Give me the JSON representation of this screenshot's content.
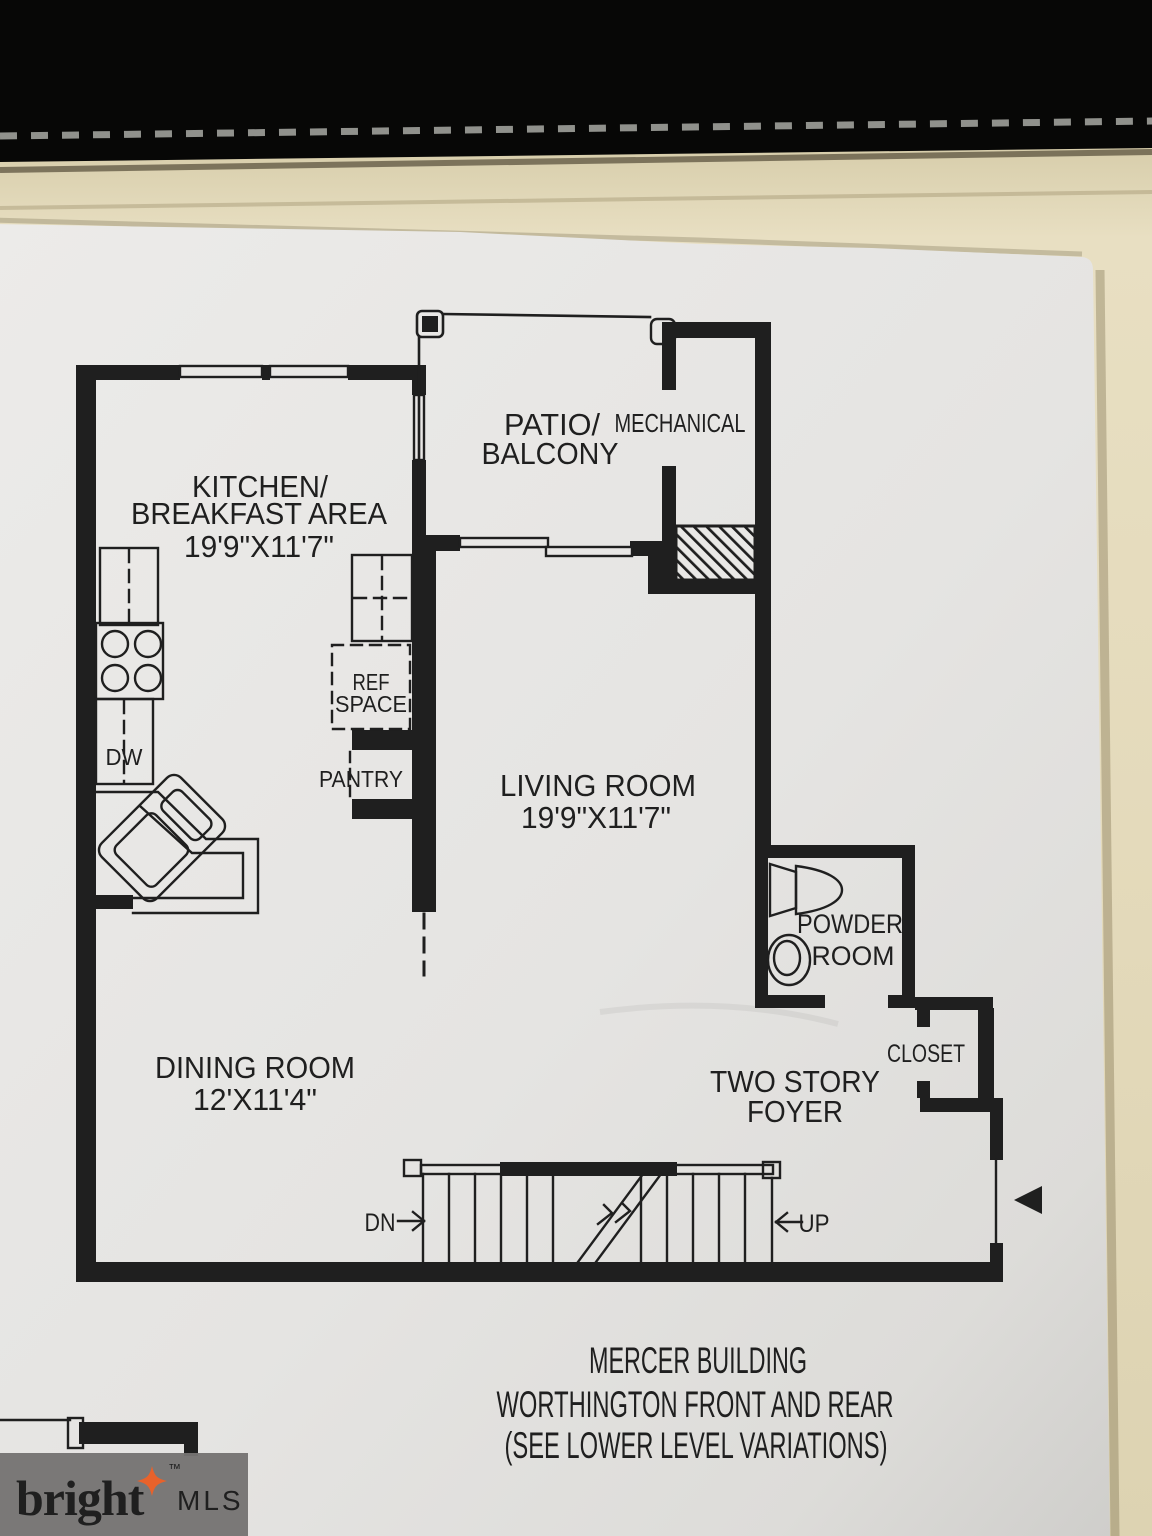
{
  "photo": {
    "binder_color": "#070706",
    "stitch_color": "#a8aaa4",
    "folder_color": "#e4dabb",
    "paper_color": "#e8e7e5",
    "ink_color": "#1f1f1f"
  },
  "plan": {
    "labels": {
      "kitchen1": "KITCHEN/",
      "kitchen2": "BREAKFAST AREA",
      "kitchen3": "19'9\"X11'7\"",
      "patio1": "PATIO/",
      "patio2": "BALCONY",
      "mechanical": "MECHANICAL",
      "living1": "LIVING ROOM",
      "living2": "19'9\"X11'7\"",
      "powder1": "POWDER",
      "powder2": "ROOM",
      "dining1": "DINING ROOM",
      "dining2": "12'X11'4\"",
      "foyer1": "TWO STORY",
      "foyer2": "FOYER",
      "closet": "CLOSET",
      "ref1": "REF",
      "ref2": "SPACE",
      "pantry": "PANTRY",
      "dw": "DW",
      "dn": "DN",
      "up": "UP"
    },
    "caption": {
      "line1": "MERCER BUILDING",
      "line2": "WORTHINGTON FRONT AND REAR",
      "line3": "(SEE LOWER LEVEL VARIATIONS)"
    }
  },
  "watermark": {
    "brand": "bright",
    "tm": "™",
    "mls": "MLS",
    "background": "#767472",
    "accent": "#e8622b"
  }
}
